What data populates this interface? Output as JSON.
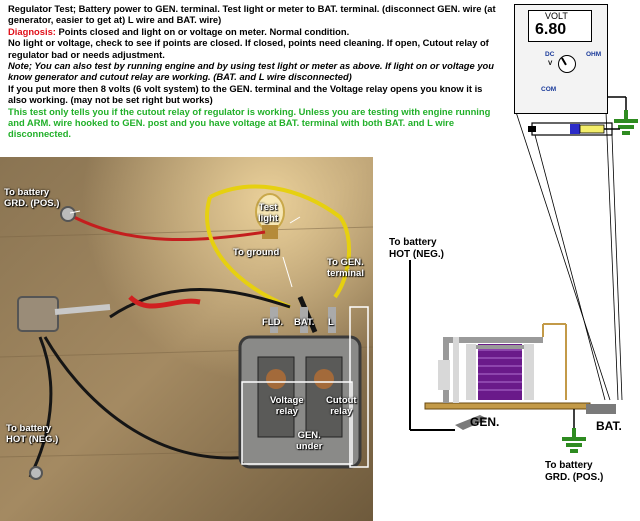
{
  "instructions": {
    "line1": "Regulator Test;     Battery power to GEN. terminal. Test light or meter to BAT. terminal. (disconnect GEN. wire (at generator, easier to get at) L wire and BAT. wire)",
    "diagnosis_label": "Diagnosis:",
    "diagnosis_text": " Points closed and light on or voltage on meter. Normal condition.",
    "line3": "No light or voltage, check to see if points are closed. If closed, points need cleaning.  If open, Cutout relay of regulator bad or needs adjustment.",
    "note": "Note; You can also test by running engine and by using test light or meter as above. If light on or voltage you know generator and cutout relay are working. (BAT. and L wire disconnected)",
    "line5": "If you put more then 8 volts (6 volt system) to the GEN. terminal and the Voltage relay opens you know it is also working. (may not be set right but works)",
    "green": "This test only tells you if the cutout relay of regulator is working. Unless you are testing with engine running and ARM. wire hooked to GEN. post and you have voltage at BAT. terminal with both BAT. and L wire  disconnected."
  },
  "photo_labels": {
    "to_battery_pos_1": "To battery",
    "to_battery_pos_2": "GRD. (POS.)",
    "test_light_1": "Test",
    "test_light_2": "light",
    "to_ground": "To ground",
    "to_gen_1": "To GEN.",
    "to_gen_2": "terminal",
    "fld": "FLD.",
    "bat": "BAT.",
    "l": "L",
    "voltage_relay_1": "Voltage",
    "voltage_relay_2": "relay",
    "cutout_relay_1": "Cutout",
    "cutout_relay_2": "relay",
    "gen_under_1": "GEN.",
    "gen_under_2": "under",
    "to_battery_neg_1": "To battery",
    "to_battery_neg_2": "HOT (NEG.)"
  },
  "meter": {
    "unit": "VOLT",
    "value": "6.80",
    "dc": "DC",
    "v": "V",
    "ohm": "OHM",
    "com": "COM"
  },
  "diagram_labels": {
    "hot_neg_1": "To battery",
    "hot_neg_2": "HOT (NEG.)",
    "gen": "GEN.",
    "bat": "BAT.",
    "grd_pos_1": "To battery",
    "grd_pos_2": "GRD. (POS.)"
  },
  "colors": {
    "diagnosis": "#e0101a",
    "green_text": "#22b02a",
    "relay_coil": "#6a1a8a",
    "ground_symbol": "#2e8b20"
  }
}
